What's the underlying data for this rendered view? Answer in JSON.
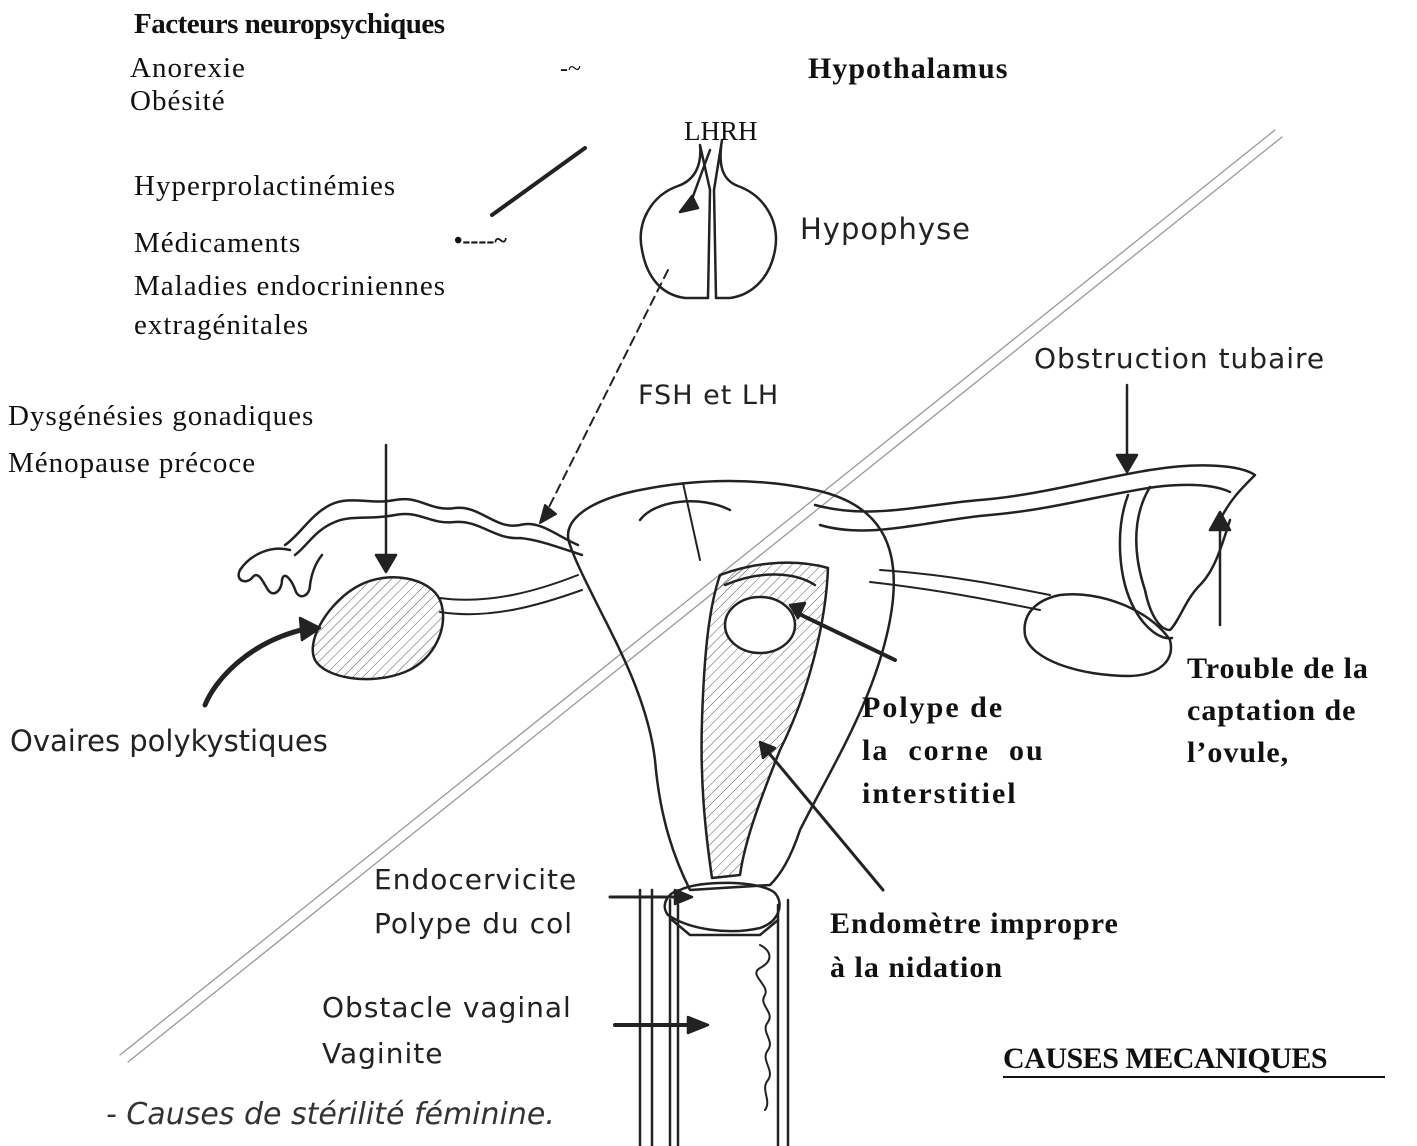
{
  "diagram": {
    "neuro_factors": {
      "title": "Facteurs neuropsychiques",
      "line1": "Anorexie",
      "line2": "Obésité"
    },
    "tilde_marker": "-~",
    "hypothalamus": "Hypothalamus",
    "lhrh": "LHRH",
    "hyperprolactinemia": "Hyperprolactinémies",
    "hypophyse": "Hypophyse",
    "medications": "Médicaments",
    "dash_marker": "•----~",
    "endocrine_line1": "Maladies endocriniennes",
    "endocrine_line2": "extragénitales",
    "fsh_lh": "FSH et LH",
    "tubal_obstruction": "Obstruction tubaire",
    "gonadal": {
      "line1": "Dysgénésies gonadiques",
      "line2": "Ménopause précoce"
    },
    "pcos": "Ovaires polykystiques",
    "capture": {
      "line1": "Trouble de la",
      "line2": "captation de",
      "line3": "l’ovule,"
    },
    "polyp_horn": {
      "line1": "Polype de",
      "line2": "la  corne  ou",
      "line3": "interstitiel"
    },
    "cervical": {
      "line1": "Endocervicite",
      "line2": "Polype du col"
    },
    "endometrium": {
      "line1": "Endomètre impropre",
      "line2": "à la nidation"
    },
    "vaginal": {
      "line1": "Obstacle vaginal",
      "line2": "Vaginite"
    },
    "section_title": "CAUSES MECANIQUES",
    "caption": "- Causes de stérilité féminine."
  }
}
